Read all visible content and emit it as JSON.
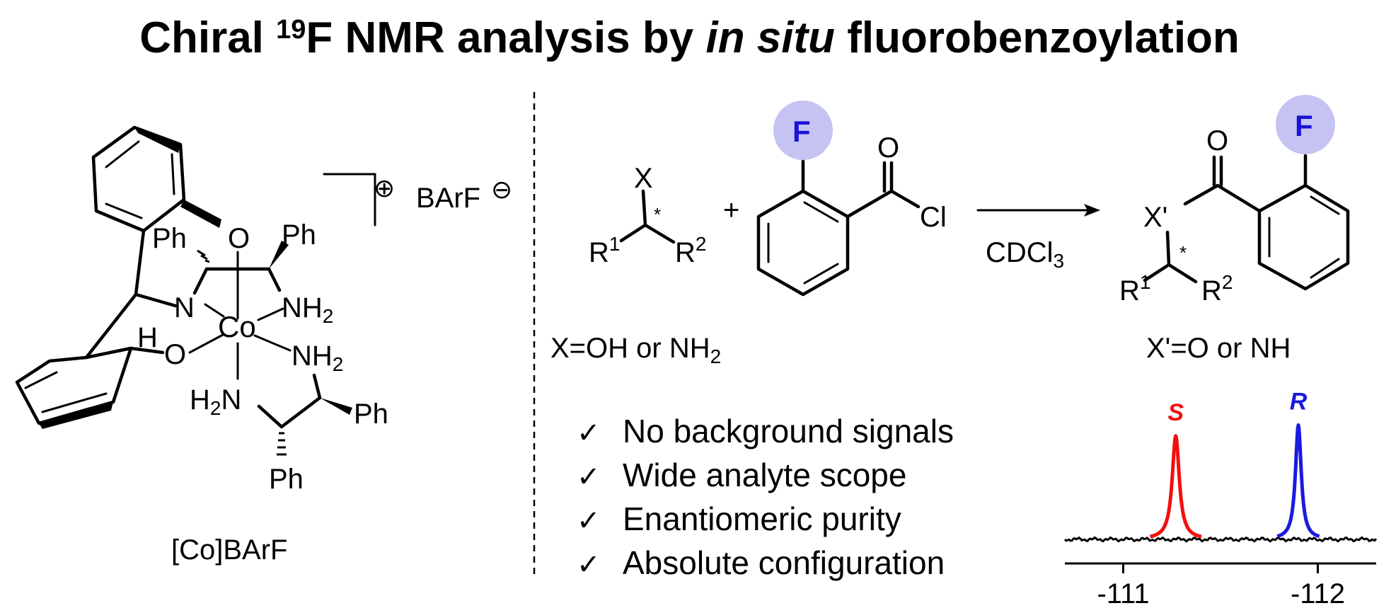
{
  "title": {
    "part1": "Chiral ",
    "sup": "19",
    "part2": "F NMR analysis by ",
    "italic": "in situ",
    "part3": " fluorobenzoylation"
  },
  "colors": {
    "fluorine_highlight": "#c5c3f2",
    "fluorine_text": "#1a12d6",
    "s_peak": "#f01010",
    "r_peak": "#1a1ae0",
    "baseline": "#000000"
  },
  "catalyst": {
    "atoms": {
      "ph_tl": "Ph",
      "o_top": "O",
      "ph_tr": "Ph",
      "n_left": "N",
      "nh2_right": "NH",
      "nh2_right_sub": "2",
      "h_left": "H",
      "co": "Co",
      "o_bottom": "O",
      "nh2_lower": "NH",
      "nh2_lower_sub": "2",
      "h2n": "H",
      "h2n_sub": "2",
      "h2n_n": "N",
      "ph_right": "Ph",
      "ph_bottom": "Ph"
    },
    "charge_plus": "⊕",
    "counterion": "BArF",
    "charge_minus": "⊖",
    "caption": "[Co]BArF"
  },
  "reaction": {
    "substrate": {
      "x": "X",
      "star": "*",
      "r1": "R",
      "r1_sup": "1",
      "r2": "R",
      "r2_sup": "2"
    },
    "plus": "+",
    "reagent": {
      "f": "F",
      "o": "O",
      "cl": "Cl"
    },
    "conditions": {
      "solvent": "CDCl",
      "solvent_sub": "3"
    },
    "product": {
      "o": "O",
      "f": "F",
      "xp": "X'",
      "star": "*",
      "r1": "R",
      "r1_sup": "1",
      "r2": "R",
      "r2_sup": "2"
    },
    "substrate_caption": {
      "text": "X=OH or NH",
      "sub": "2"
    },
    "product_caption": "X'=O or NH"
  },
  "features": [
    {
      "check": "✓",
      "text": "No background signals"
    },
    {
      "check": "✓",
      "text": "Wide analyte scope"
    },
    {
      "check": "✓",
      "text": "Enantiomeric purity"
    },
    {
      "check": "✓",
      "text": "Absolute configuration"
    }
  ],
  "chart_data": {
    "type": "line",
    "title": "",
    "xlabel": "",
    "ylabel": "",
    "x_reversed": true,
    "xlim": [
      -110.7,
      -112.3
    ],
    "ticks": [
      -111,
      -112
    ],
    "tick_labels": [
      "-111",
      "-112"
    ],
    "series": [
      {
        "name": "S",
        "center": -111.27,
        "height": 0.86,
        "width": 0.022,
        "color": "#f01010"
      },
      {
        "name": "R",
        "center": -111.9,
        "height": 0.95,
        "width": 0.018,
        "color": "#1a1ae0"
      }
    ]
  }
}
